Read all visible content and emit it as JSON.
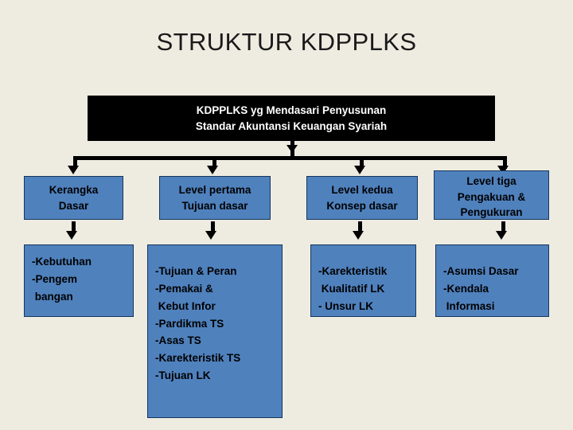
{
  "slide": {
    "title": "STRUKTUR KDPPLKS",
    "background_color": "#eeece1",
    "box_fill_color": "#4f81bd",
    "box_border_color": "#16365c",
    "banner_fill_color": "#000000",
    "banner_text_color": "#ffffff"
  },
  "root": {
    "line1": "KDPPLKS yg Mendasari Penyusunan",
    "line2": "Standar Akuntansi Keuangan Syariah"
  },
  "columns": [
    {
      "header": {
        "line1": "Kerangka",
        "line2": "Dasar",
        "line3": ""
      },
      "body": [
        "-Kebutuhan",
        "-Pengem",
        " bangan"
      ]
    },
    {
      "header": {
        "line1": "Level pertama",
        "line2": "Tujuan dasar",
        "line3": ""
      },
      "body": [
        "-Tujuan & Peran",
        "-Pemakai &",
        " Kebut Infor",
        "-Pardikma TS",
        "-Asas TS",
        "-Karekteristik TS",
        "-Tujuan LK"
      ]
    },
    {
      "header": {
        "line1": "Level kedua",
        "line2": "Konsep dasar",
        "line3": ""
      },
      "body": [
        "-Karekteristik",
        " Kualitatif LK",
        "- Unsur LK"
      ]
    },
    {
      "header": {
        "line1": "Level tiga",
        "line2": "Pengakuan &",
        "line3": "Pengukuran"
      },
      "body": [
        "-Asumsi Dasar",
        "-Kendala",
        " Informasi"
      ]
    }
  ]
}
